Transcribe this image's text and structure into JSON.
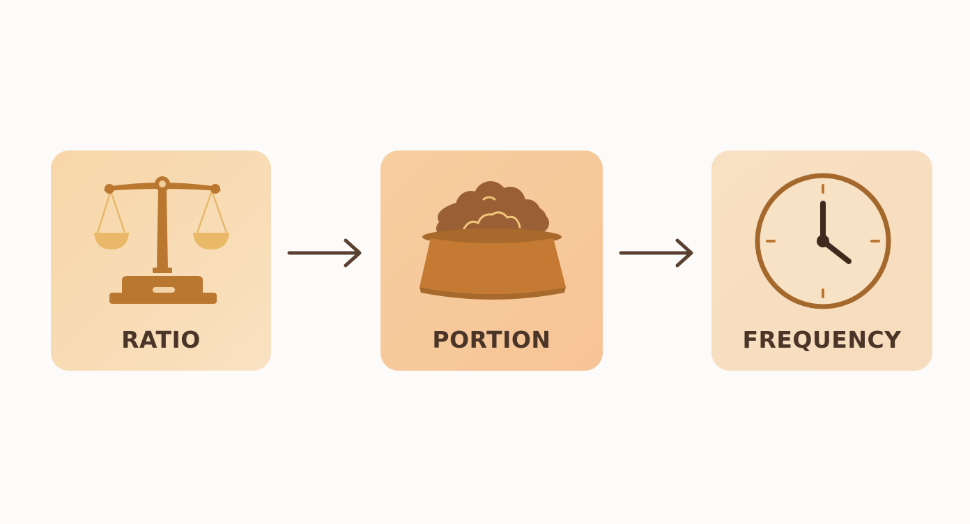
{
  "steps": [
    {
      "label": "RATIO",
      "icon": "balance-scale-icon"
    },
    {
      "label": "PORTION",
      "icon": "food-bowl-icon"
    },
    {
      "label": "FREQUENCY",
      "icon": "clock-icon"
    }
  ],
  "colors": {
    "card_ratio": "#f8d6a8",
    "card_portion": "#f6c99b",
    "card_frequency": "#f8dfc1",
    "icon_brown": "#b9772f",
    "icon_gold": "#e8b86a",
    "text_dark": "#4a3528",
    "arrow": "#5a4030"
  }
}
